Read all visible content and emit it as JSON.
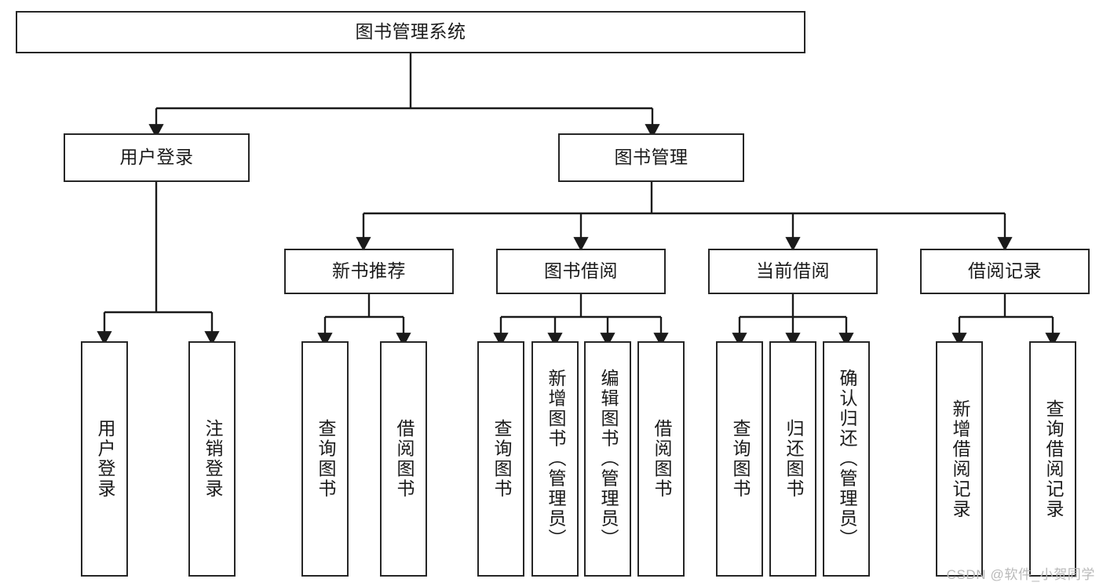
{
  "diagram": {
    "type": "tree",
    "title": "图书管理系统",
    "watermark": "CSDN @软件_小贺同学",
    "colors": {
      "background": "#ffffff",
      "box_border": "#262626",
      "box_fill": "#ffffff",
      "edge": "#1a1a1a",
      "text": "#1a1a1a",
      "watermark": "#b9b9b9"
    },
    "nodes": {
      "root": {
        "label": "图书管理系统"
      },
      "level1": [
        {
          "id": "user-login",
          "label": "用户登录"
        },
        {
          "id": "book-manage",
          "label": "图书管理"
        }
      ],
      "level2": [
        {
          "id": "new-book-recommend",
          "label": "新书推荐"
        },
        {
          "id": "book-borrow",
          "label": "图书借阅"
        },
        {
          "id": "current-borrow",
          "label": "当前借阅"
        },
        {
          "id": "borrow-record",
          "label": "借阅记录"
        }
      ],
      "leaves": {
        "user-login": [
          {
            "id": "leaf-user-login",
            "label": "用户登录"
          },
          {
            "id": "leaf-logout-login",
            "label": "注销登录"
          }
        ],
        "new-book-recommend": [
          {
            "id": "leaf-query-book-1",
            "label": "查询图书"
          },
          {
            "id": "leaf-borrow-book-1",
            "label": "借阅图书"
          }
        ],
        "book-borrow": [
          {
            "id": "leaf-query-book-2",
            "label": "查询图书"
          },
          {
            "id": "leaf-add-book",
            "label": "新增图书（管理员）"
          },
          {
            "id": "leaf-edit-book",
            "label": "编辑图书（管理员）"
          },
          {
            "id": "leaf-borrow-book-2",
            "label": "借阅图书"
          }
        ],
        "current-borrow": [
          {
            "id": "leaf-query-book-3",
            "label": "查询图书"
          },
          {
            "id": "leaf-return-book",
            "label": "归还图书"
          },
          {
            "id": "leaf-confirm-return",
            "label": "确认归还（管理员）"
          }
        ],
        "borrow-record": [
          {
            "id": "leaf-add-record",
            "label": "新增借阅记录"
          },
          {
            "id": "leaf-query-record",
            "label": "查询借阅记录"
          }
        ]
      }
    }
  }
}
